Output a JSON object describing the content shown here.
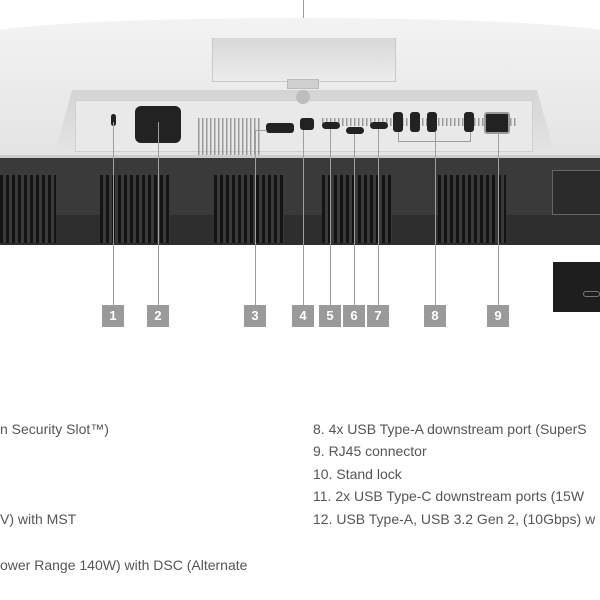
{
  "callouts": [
    "1",
    "2",
    "3",
    "4",
    "5",
    "6",
    "7",
    "8",
    "9"
  ],
  "descriptions_left": [
    "n Security Slot™)",
    "V) with MST",
    "ower Range 140W) with DSC (Alternate"
  ],
  "descriptions_right": [
    "8. 4x USB Type-A downstream port (SuperS",
    "9. RJ45 connector",
    "10. Stand lock",
    "11. 2x USB Type-C downstream ports (15W",
    "12. USB Type-A, USB 3.2 Gen 2, (10Gbps) w"
  ]
}
